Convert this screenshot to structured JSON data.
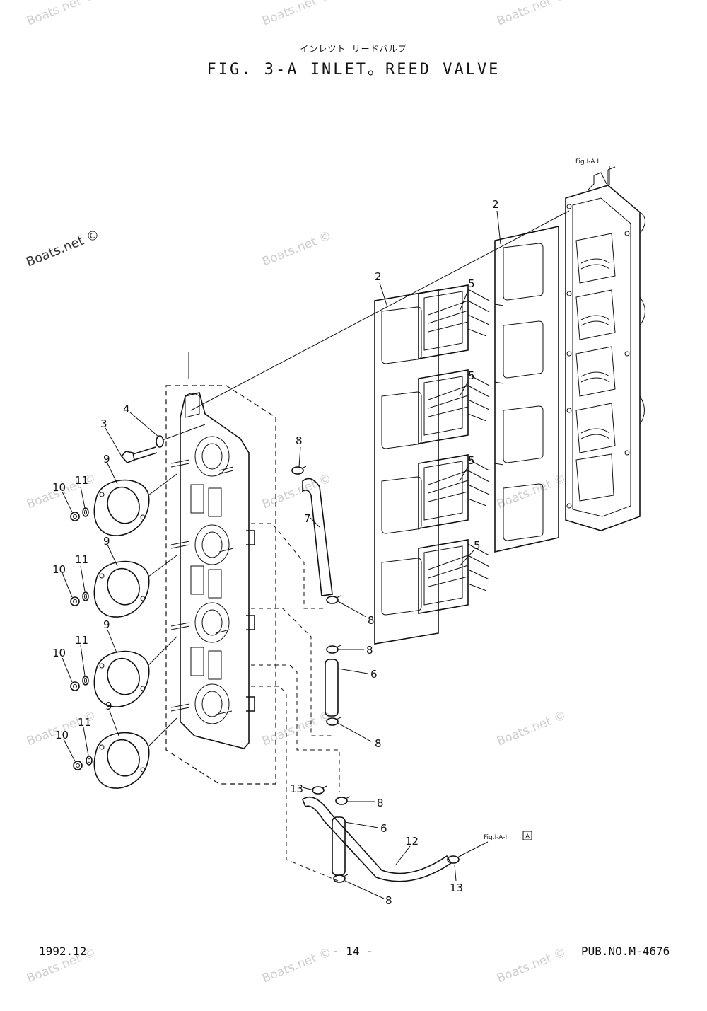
{
  "header": {
    "title_jp": "インレツト リードバルブ",
    "title": "FIG.  3-A INLET。REED VALVE"
  },
  "footer": {
    "date": "1992.12",
    "page": "- 14 -",
    "pub_no": "PUB.NO.M-4676"
  },
  "watermarks": {
    "primary": "Boats.net ©",
    "faint": "Boats.net ©"
  },
  "references": {
    "block": "Fig.I-A I",
    "hose": "Fig.I-A-I",
    "hose_box": "A"
  },
  "callouts": {
    "c2a": "2",
    "c2b": "2",
    "c3": "3",
    "c4": "4",
    "c5a": "5",
    "c5b": "5",
    "c5c": "5",
    "c5d": "5",
    "c6a": "6",
    "c6b": "6",
    "c7": "7",
    "c8a": "8",
    "c8b": "8",
    "c8c": "8",
    "c8d": "8",
    "c8e": "8",
    "c8f": "8",
    "c9a": "9",
    "c9b": "9",
    "c9c": "9",
    "c9d": "9",
    "c10a": "10",
    "c10b": "10",
    "c10c": "10",
    "c10d": "10",
    "c11a": "11",
    "c11b": "11",
    "c11c": "11",
    "c11d": "11",
    "c12": "12",
    "c13a": "13",
    "c13b": "13"
  }
}
